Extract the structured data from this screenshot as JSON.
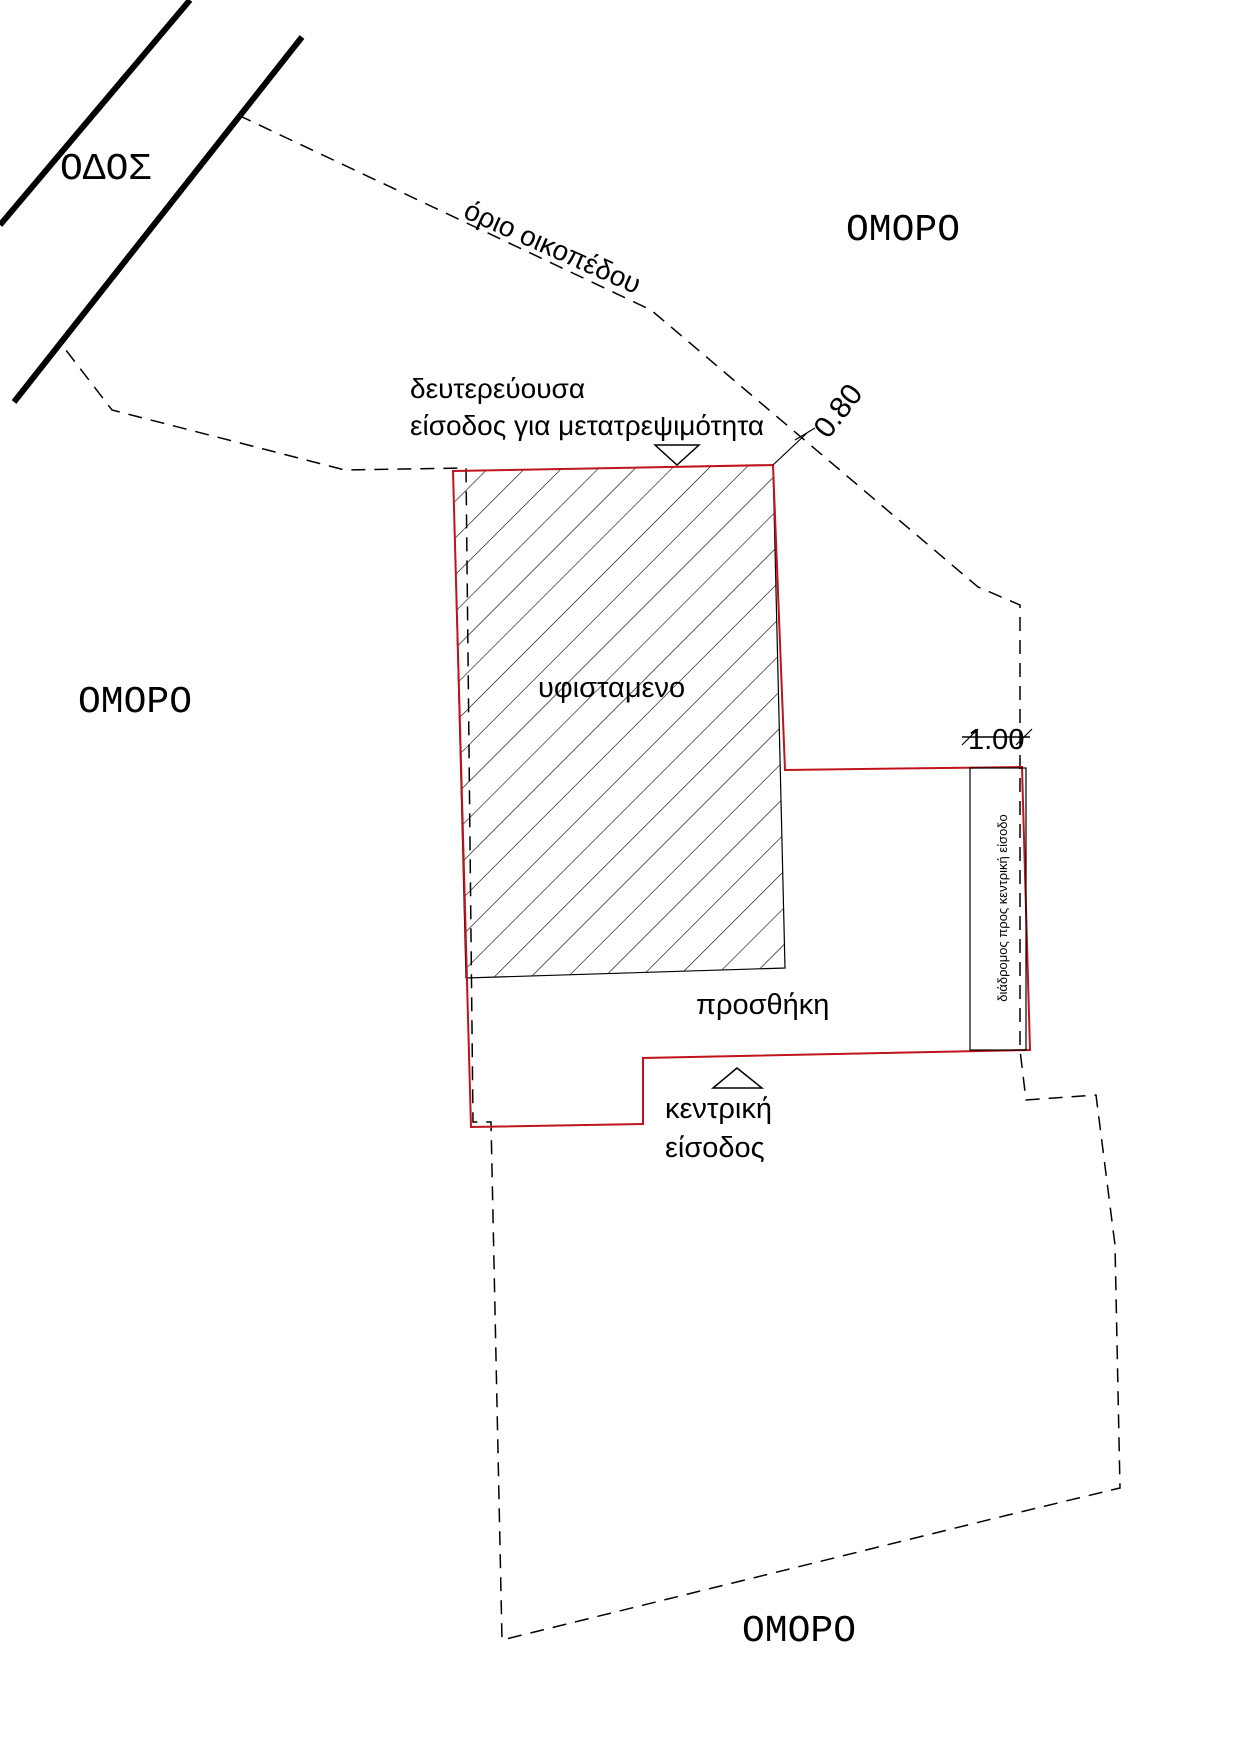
{
  "labels": {
    "road": "ΟΔΟΣ",
    "neighbor_ne": "ΟΜΟΡΟ",
    "neighbor_w": "ΟΜΟΡΟ",
    "neighbor_s": "ΟΜΟΡΟ",
    "plot_boundary": "όριο οικοπέδου",
    "secondary_entrance_line1": "δευτερεύουσα",
    "secondary_entrance_line2": "είσοδος για μετατρεψιμότητα",
    "existing": "υφισταμενο",
    "addition": "προσθήκη",
    "main_entrance_line1": "κεντρική",
    "main_entrance_line2": "είσοδος",
    "corridor": "διάδρομος προς κεντρική είσοδο"
  },
  "dimensions": {
    "setback_top": "0.80",
    "corridor_width": "1.00"
  },
  "colors": {
    "outline": "#c0141c",
    "ink": "#000000"
  }
}
